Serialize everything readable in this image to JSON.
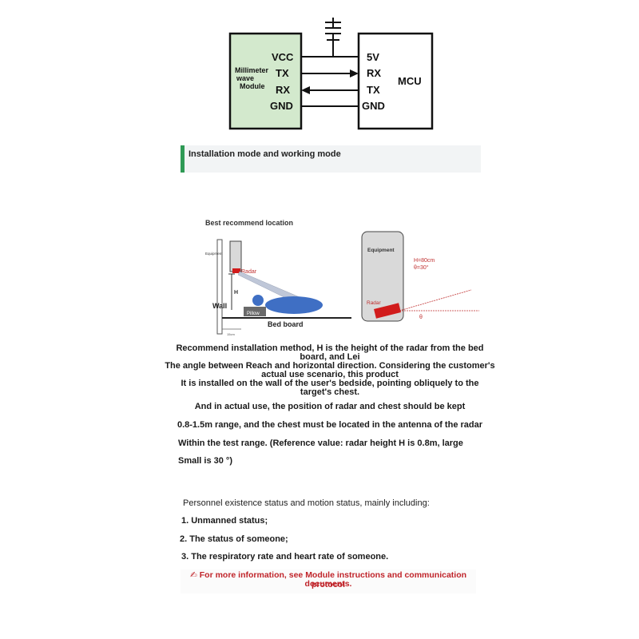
{
  "wiring": {
    "module": {
      "name_lines": [
        "Millimeter",
        "wave",
        "Module"
      ],
      "pins": [
        "VCC",
        "TX",
        "RX",
        "GND"
      ]
    },
    "mcu": {
      "name": "MCU",
      "pins": [
        "5V",
        "RX",
        "TX",
        "GND"
      ]
    }
  },
  "section": {
    "title": "Installation mode and working mode"
  },
  "diagram_left": {
    "caption": "Best recommend location",
    "equipment": "Equipment",
    "radar": "Radar",
    "height": "H",
    "wall": "Wall",
    "pillow": "Pillow",
    "bed": "Bed board",
    "dimension": "15cm"
  },
  "diagram_right": {
    "equipment": "Equipment",
    "spec_h": "H=80cm",
    "spec_theta": "θ=30°",
    "radar": "Radar",
    "angle": "θ"
  },
  "paragraph": {
    "line1": "Recommend installation method, H is the height of the radar from the bed",
    "line2": "board, and Lei",
    "line3": "The angle between Reach and horizontal direction. Considering the customer's",
    "line4": "actual use scenario, this product",
    "line5": "It is installed on the wall of the user's bedside, pointing obliquely to the",
    "line6": "target's chest.",
    "line7": "And in actual use, the position of radar and chest should be kept",
    "line8": "0.8-1.5m range, and the chest must be located in the antenna of the radar",
    "line9": "Within the test range. (Reference value: radar height H is 0.8m, large",
    "line10": "Small is 30 °)"
  },
  "status": {
    "intro": "Personnel existence status and motion status, mainly including:",
    "items": [
      "1. Unmanned status;",
      "2. The status of someone;",
      "3. The respiratory rate and heart rate of someone."
    ]
  },
  "note": {
    "icon": "✍",
    "line1": "For more information, see Module instructions and communication protocol",
    "line2": "documents."
  }
}
